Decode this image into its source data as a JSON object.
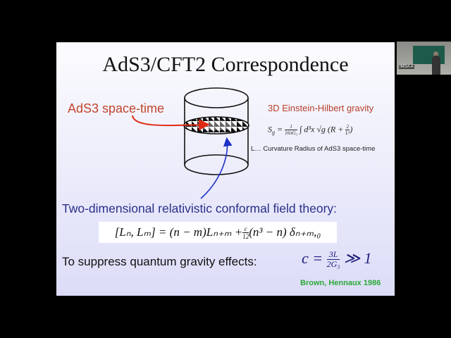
{
  "slide": {
    "title": "AdS3/CFT2 Correspondence",
    "ads_label": "AdS3 space-time",
    "gravity_label": "3D Einstein-Hilbert gravity",
    "action": {
      "lhs": "S",
      "lhs_sub": "g",
      "eq": " = ",
      "prefactor_num": "1",
      "prefactor_den": "16πG₃",
      "integrand": " ∫ d³x √g (R + ",
      "term_num": "2",
      "term_den": "L²",
      "close": ")"
    },
    "curvature_note": "L… Curvature Radius of AdS3 space-time",
    "cft_label": "Two-dimensional relativistic conformal field theory:",
    "virasoro": {
      "left": "[Lₙ, Lₘ] = (n − m)Lₙ₊ₘ + ",
      "frac_num": "c",
      "frac_den": "12",
      "right": " (n³ − n) δₙ₊ₘ,₀"
    },
    "suppress_label": "To suppress quantum gravity effects:",
    "central_charge": {
      "lhs": "c = ",
      "frac_num": "3L",
      "frac_den": "2G₃",
      "rhs": " ≫ 1"
    },
    "reference": "Brown, Hennaux 1986"
  },
  "colors": {
    "ads_red": "#c2452e",
    "cft_blue": "#2a2e8a",
    "ref_green": "#2aa836"
  },
  "webcam": {
    "label": "IMSA A"
  }
}
